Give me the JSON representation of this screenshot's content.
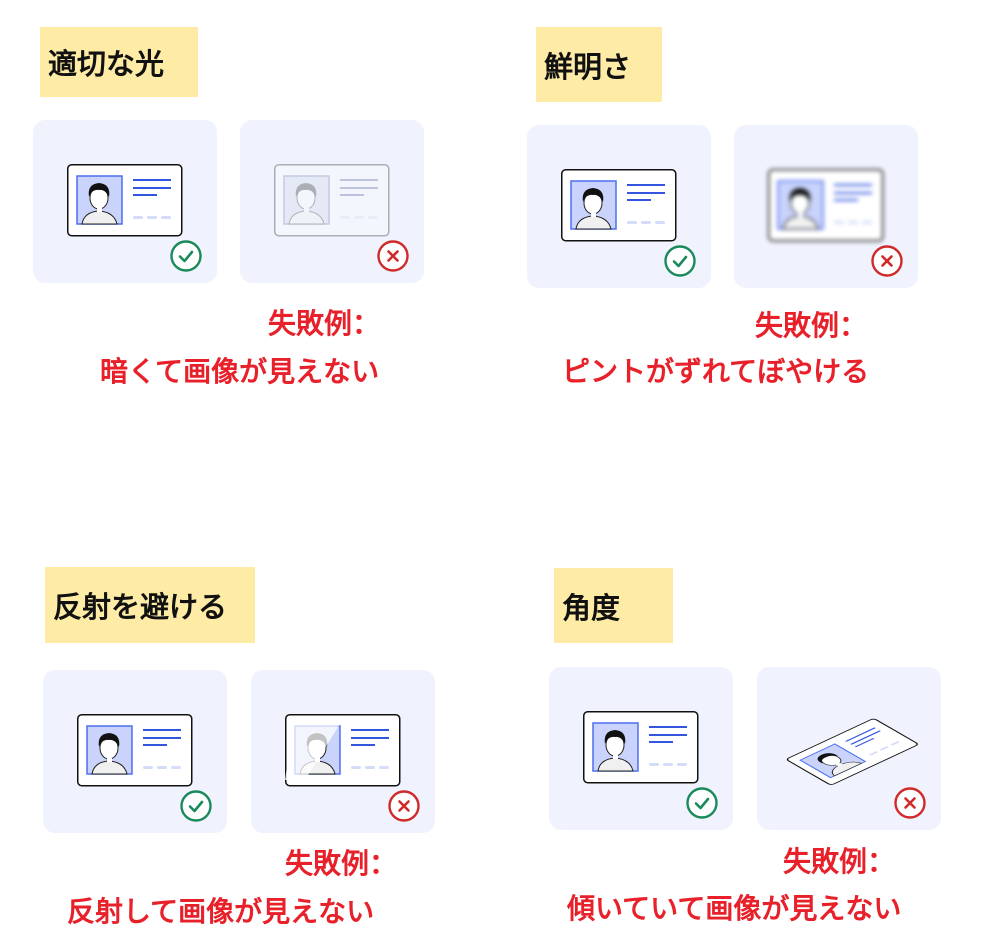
{
  "sections": [
    {
      "title": "適切な光",
      "fail_heading": "失敗例：",
      "fail_text": "暗くて画像が見えない"
    },
    {
      "title": "鮮明さ",
      "fail_heading": "失敗例：",
      "fail_text": "ピントがずれてぼやける"
    },
    {
      "title": "反射を避ける",
      "fail_heading": "失敗例：",
      "fail_text": "反射して画像が見えない"
    },
    {
      "title": "角度",
      "fail_heading": "失敗例：",
      "fail_text": "傾いていて画像が見えない"
    }
  ],
  "colors": {
    "good": "#1a8a5a",
    "bad": "#d02a2a",
    "label_bg": "#fdeba6",
    "card_bg": "#f0f3fd",
    "fail_text": "#e8202a"
  },
  "icons": {
    "good": "check-circle-icon",
    "bad": "x-circle-icon"
  }
}
